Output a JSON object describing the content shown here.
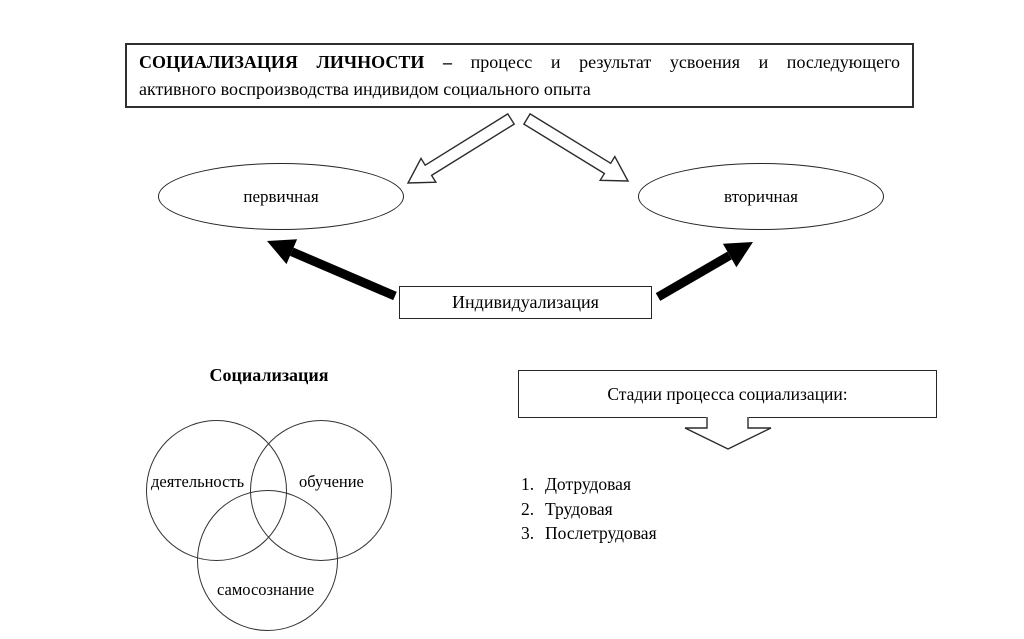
{
  "title_box": {
    "term": "СОЦИАЛИЗАЦИЯ ЛИЧНОСТИ –",
    "def_line1": "процесс и результат усвоения и последующего",
    "def_line2": "активного воспроизводства индивидом социального опыта"
  },
  "ellipses": {
    "left": "первичная",
    "right": "вторичная"
  },
  "individualization": {
    "label": "Индивидуализация"
  },
  "venn": {
    "heading": "Социализация",
    "circles": [
      "деятельность",
      "обучение",
      "самосознание"
    ]
  },
  "stages": {
    "box_label": "Стадии процесса социализации:",
    "items": [
      {
        "num": "1.",
        "label": "Дотрудовая"
      },
      {
        "num": "2.",
        "label": "Трудовая"
      },
      {
        "num": "3.",
        "label": "Послетрудовая"
      }
    ]
  },
  "arrows": {
    "from_title_left": "hollow-arrow-down-left",
    "from_title_right": "hollow-arrow-down-right",
    "individualization_to_primary": "thick-arrow-up-left",
    "individualization_to_secondary": "thick-arrow-up-right",
    "stages_down": "hollow-arrow-down"
  },
  "colors": {
    "ink": "#000000",
    "line": "#2b2b2b",
    "background": "#ffffff"
  }
}
